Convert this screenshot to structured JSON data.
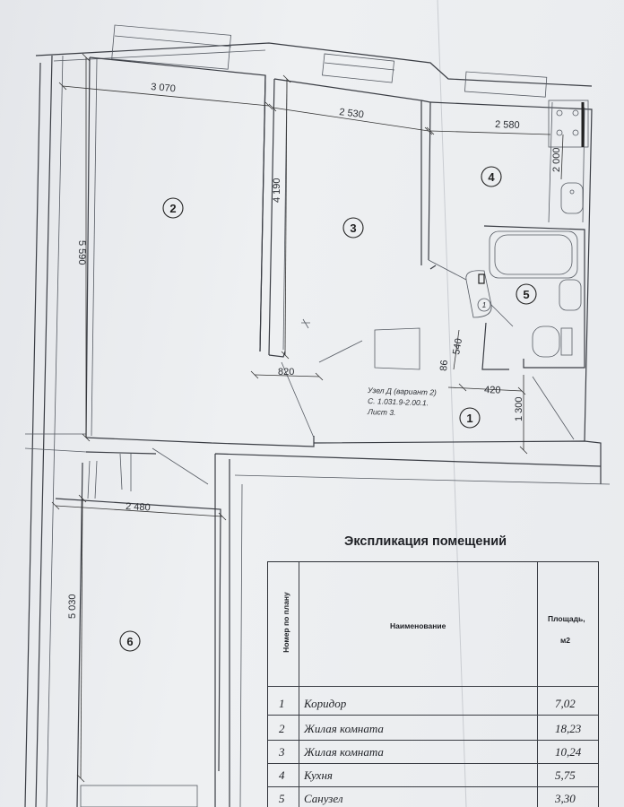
{
  "dimensions": {
    "room2_width": "3 070",
    "room3_width": "2 530",
    "room4_width": "2 580",
    "room2_height": "5 590",
    "room3_height": "4 190",
    "room4_height": "2 000",
    "opening_820": "820",
    "bath_540": "540",
    "bath_86": "86",
    "bath_420": "420",
    "corridor_1300": "1 300",
    "room6_width": "2 480",
    "room6_height": "5 030"
  },
  "rooms": [
    "2",
    "3",
    "4",
    "5",
    "1",
    "6"
  ],
  "small_circle_label": "1",
  "node_note": {
    "line1": "Узел Д (вариант 2)",
    "line2": "С. 1.031.9-2.00.1.",
    "line3": "Лист 3."
  },
  "explication": {
    "title": "Экспликация помещений",
    "headers": {
      "number": "Номер по плану",
      "name": "Наименование",
      "area": "Площадь,",
      "area_unit": "м2"
    },
    "rows": [
      {
        "num": "1",
        "name": "Коридор",
        "area": "7,02"
      },
      {
        "num": "2",
        "name": "Жилая комната",
        "area": "18,23"
      },
      {
        "num": "3",
        "name": "Жилая комната",
        "area": "10,24"
      },
      {
        "num": "4",
        "name": "Кухня",
        "area": "5,75"
      },
      {
        "num": "5",
        "name": "Санузел",
        "area": "3,30"
      }
    ]
  }
}
